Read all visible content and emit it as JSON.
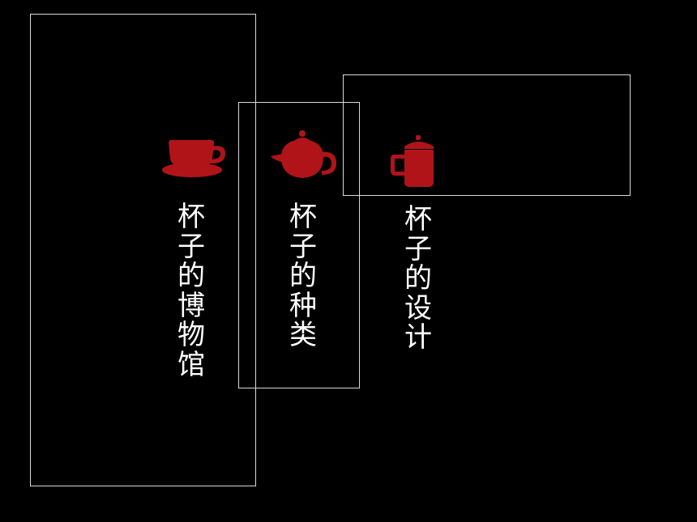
{
  "accent_color": "#b01419",
  "frame_color": "#d8d8d8",
  "items": [
    {
      "icon": "teacup-icon",
      "label": "杯\n子\n的\n博\n物\n馆"
    },
    {
      "icon": "teapot-icon",
      "label": "杯\n子\n的\n种\n类"
    },
    {
      "icon": "lidded-mug-icon",
      "label": "杯\n子\n的\n设\n计"
    }
  ]
}
